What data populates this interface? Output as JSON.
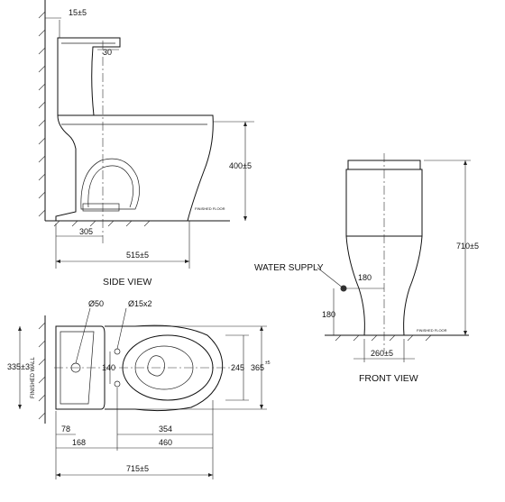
{
  "views": {
    "side": {
      "caption": "SIDE VIEW"
    },
    "front": {
      "caption": "FRONT VIEW"
    },
    "top": {}
  },
  "labels": {
    "finished_floor": "FINISHED FLOOR",
    "finished_wall": "FINISHED WALL",
    "water_supply": "WATER SUPPLY"
  },
  "dimensions": {
    "side_wall_gap": "15±5",
    "side_lid_step": "30",
    "side_seat_height": "400±5",
    "side_rough_in": "305",
    "side_bowl_depth": "515±5",
    "front_height": "710±5",
    "front_supply_offset": "180",
    "front_supply_height": "180",
    "front_base_width": "260±5",
    "top_hole_dia": "Ø50",
    "top_bolt_dia": "Ø15x2",
    "top_tank_width": "335±3",
    "top_bolt_spacing": "140",
    "top_seat_width": "245",
    "top_overall_width": "365",
    "top_overall_width_tol": "±5",
    "top_tank_depth": "78",
    "top_rough_in": "168",
    "top_bowl_length": "354",
    "top_base_length": "460",
    "top_overall_length": "715±5"
  }
}
